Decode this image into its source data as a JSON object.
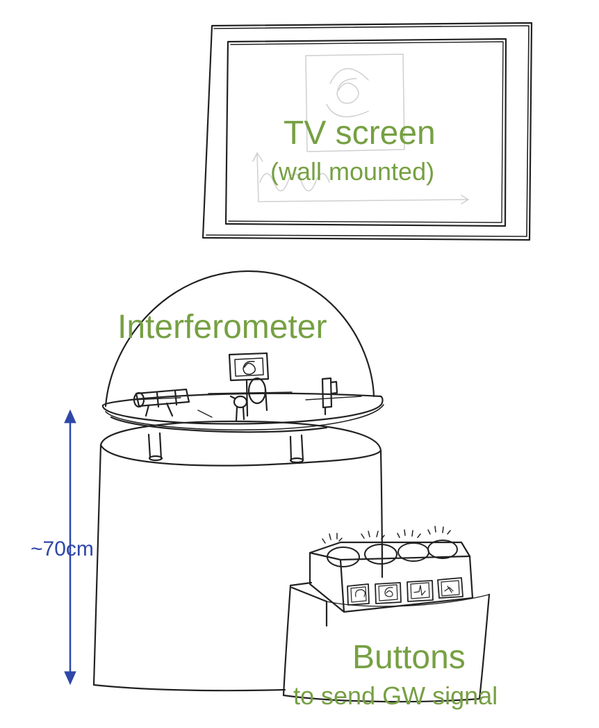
{
  "labels": {
    "tv_title": "TV screen",
    "tv_subtitle": "(wall mounted)",
    "interferometer": "Interferometer",
    "buttons_title": "Buttons",
    "buttons_subtitle": "to send GW signal",
    "height": "~70cm"
  },
  "button_count": 4,
  "button_icons": [
    "circular-wave-icon",
    "spiral-wave-icon",
    "burst-wave-icon",
    "chirp-wave-icon"
  ],
  "colors": {
    "label_green": "#76a043",
    "height_arrow_blue": "#2f47a8",
    "sketch_ink": "#222222",
    "faint_sketch": "#cccccc"
  }
}
